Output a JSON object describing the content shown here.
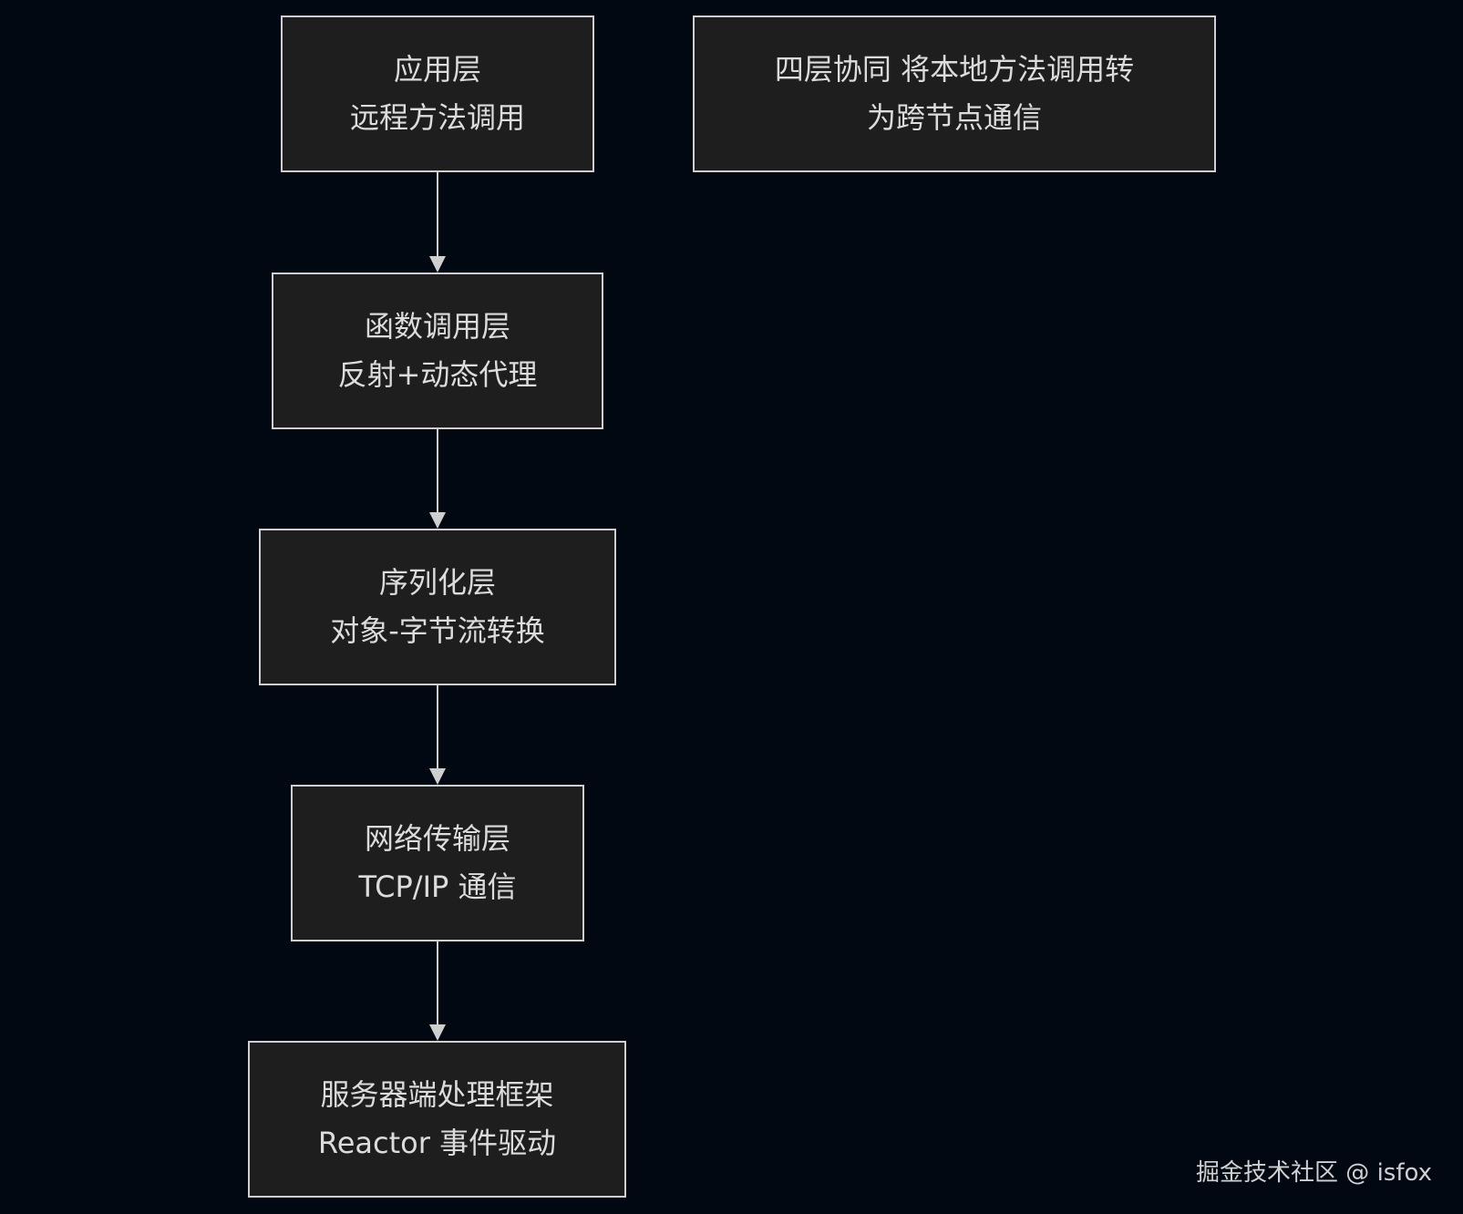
{
  "nodes": [
    {
      "id": "application-layer",
      "line1": "应用层",
      "line2": "远程方法调用"
    },
    {
      "id": "function-call-layer",
      "line1": "函数调用层",
      "line2": "反射+动态代理"
    },
    {
      "id": "serialization-layer",
      "line1": "序列化层",
      "line2": "对象-字节流转换"
    },
    {
      "id": "network-transport-layer",
      "line1": "网络传输层",
      "line2": "TCP/IP 通信"
    },
    {
      "id": "server-processing-framework",
      "line1": "服务器端处理框架",
      "line2": "Reactor 事件驱动"
    }
  ],
  "note": {
    "line1": "四层协同 将本地方法调用转",
    "line2": "为跨节点通信"
  },
  "edges": [
    {
      "from": "application-layer",
      "to": "function-call-layer"
    },
    {
      "from": "function-call-layer",
      "to": "serialization-layer"
    },
    {
      "from": "serialization-layer",
      "to": "network-transport-layer"
    },
    {
      "from": "network-transport-layer",
      "to": "server-processing-framework"
    }
  ],
  "watermark": "掘金技术社区 @ isfox",
  "colors": {
    "background": "#020812",
    "node_fill": "#1e1e1e",
    "node_border": "#cfcfcf",
    "text": "#dcdcdc",
    "edge": "#cfcfcf"
  }
}
